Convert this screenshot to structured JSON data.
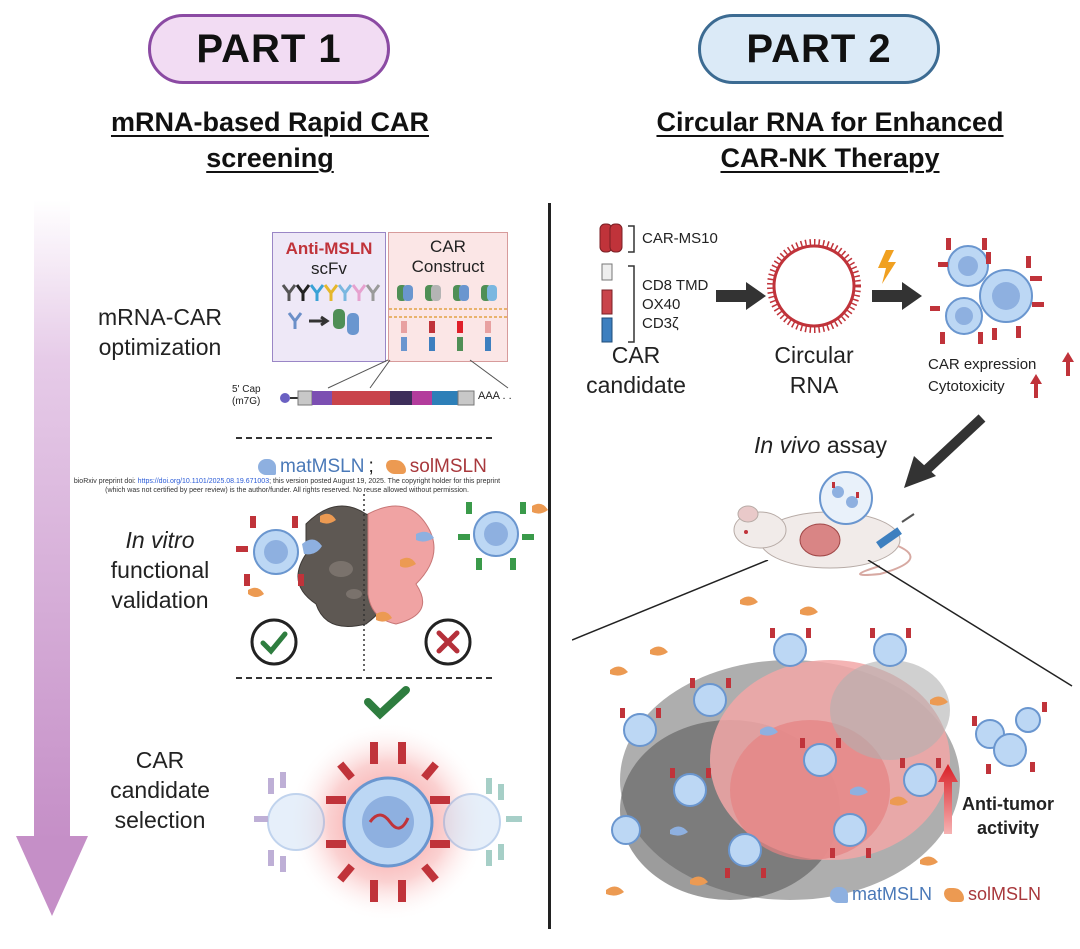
{
  "part1": {
    "badge": "PART 1",
    "title_line1": "mRNA-based Rapid CAR",
    "title_line2": "screening",
    "steps": {
      "optimization_line1": "mRNA-CAR",
      "optimization_line2": "optimization",
      "validation_line1": "In vitro",
      "validation_line2": "functional",
      "validation_line3": "validation",
      "selection_line1": "CAR",
      "selection_line2": "candidate",
      "selection_line3": "selection"
    },
    "scfv_box": {
      "title_red": "Anti-MSLN",
      "title_black": "scFv"
    },
    "construct_box": {
      "line1": "CAR",
      "line2": "Construct"
    },
    "mrna": {
      "cap_line1": "5' Cap",
      "cap_line2": "(m7G)",
      "tail": "AAA . ."
    },
    "legend": {
      "mat": "matMSLN",
      "separator": ";",
      "sol": "solMSLN"
    },
    "preprint_prefix": "bioRxiv preprint doi: ",
    "preprint_link": "https://doi.org/10.1101/2025.08.19.671003",
    "preprint_suffix": "; this version posted August 19, 2025. The copyright holder for this preprint",
    "preprint_line2": "(which was not certified by peer review) is the author/funder. All rights reserved. No reuse allowed without permission."
  },
  "part2": {
    "badge": "PART 2",
    "title_line1": "Circular RNA for Enhanced",
    "title_line2": "CAR-NK Therapy",
    "car_domains": {
      "ms10": "CAR-MS10",
      "tmd": "CD8 TMD",
      "ox40": "OX40",
      "cd3": "CD3ζ"
    },
    "car_candidate_line1": "CAR",
    "car_candidate_line2": "candidate",
    "circular_line1": "Circular",
    "circular_line2": "RNA",
    "car_expression": "CAR expression",
    "cytotoxicity": "Cytotoxicity",
    "invivo_italic": "In vivo",
    "invivo_rest": " assay",
    "antitumor_line1": "Anti-tumor",
    "antitumor_line2": "activity",
    "legend": {
      "mat": "matMSLN",
      "sol": "solMSLN"
    }
  },
  "colors": {
    "part1_border": "#8b4aa3",
    "part1_fill": "#f2dcf3",
    "part2_border": "#3c6b92",
    "part2_fill": "#dbeaf7",
    "car_red": "#c0333a",
    "mat_blue": "#8eb0e0",
    "sol_orange": "#ec9a52",
    "check_green": "#2e7d3f",
    "cross_red": "#b5303a",
    "progress_purple": "#c58fc7"
  },
  "icons": [
    "check-icon",
    "cross-icon",
    "lightning-icon",
    "arrow-icon",
    "mouse-icon",
    "syringe-icon"
  ]
}
